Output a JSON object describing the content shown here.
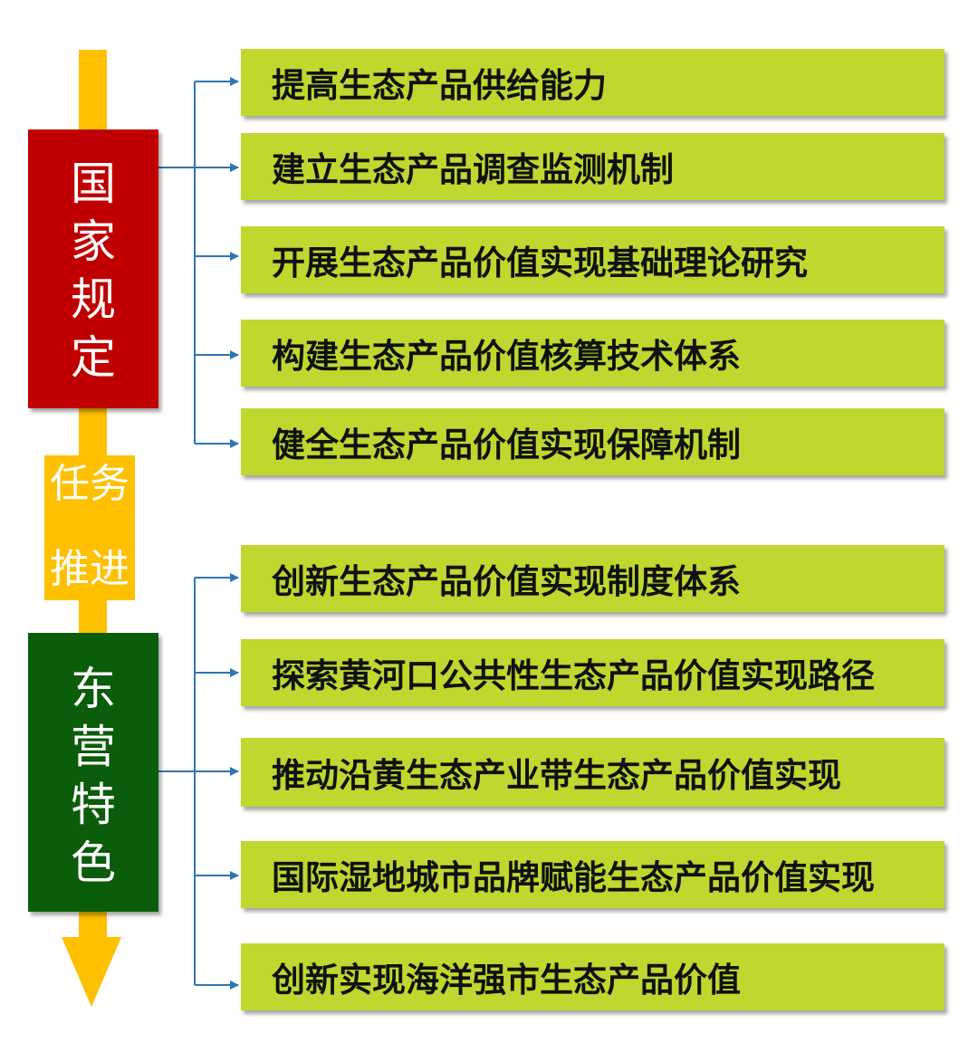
{
  "national": {
    "label_chars": [
      "国",
      "家",
      "规",
      "定"
    ],
    "color": "#c00000"
  },
  "progress": {
    "line1": "任务",
    "line2": "推进",
    "color": "#ffc000"
  },
  "dongying": {
    "label_chars": [
      "东",
      "营",
      "特",
      "色"
    ],
    "color": "#0b5c0b"
  },
  "national_items": [
    "提高生态产品供给能力",
    "建立生态产品调查监测机制",
    "开展生态产品价值实现基础理论研究",
    "构建生态产品价值核算技术体系",
    "健全生态产品价值实现保障机制"
  ],
  "dongying_items": [
    "创新生态产品价值实现制度体系",
    "探索黄河口公共性生态产品价值实现路径",
    "推动沿黄生态产业带生态产品价值实现",
    "国际湿地城市品牌赋能生态产品价值实现",
    "创新实现海洋强市生态产品价值"
  ],
  "colors": {
    "item_fill": "#bfd72f",
    "connector": "#2e75b6",
    "arrow": "#ffc000"
  }
}
